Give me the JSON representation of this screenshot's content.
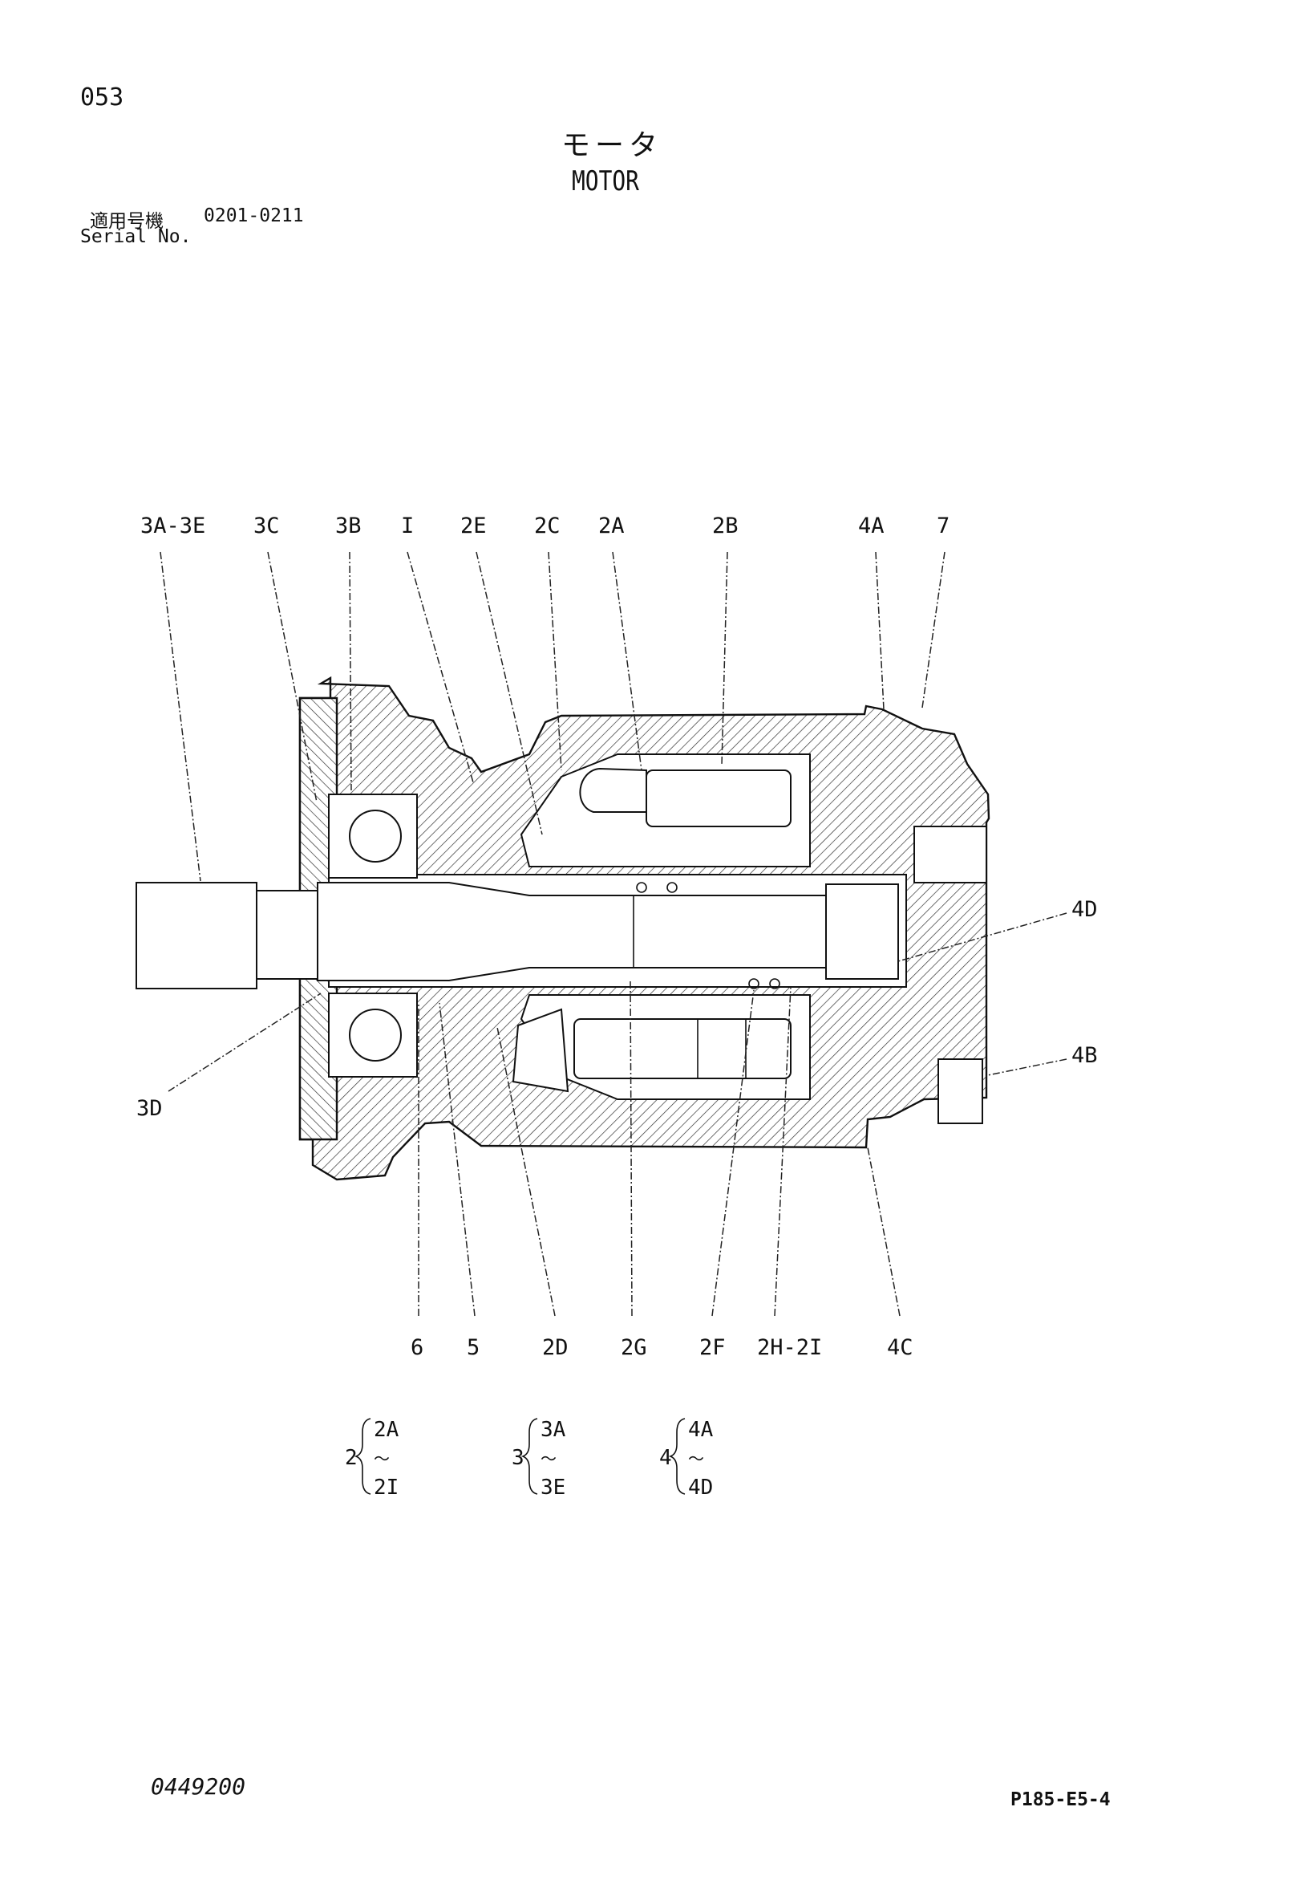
{
  "header": {
    "page_number": "053",
    "title_jp": "モータ",
    "title_en": "MOTOR",
    "serial_label_jp": "適用号機",
    "serial_range": "0201-0211",
    "serial_label_en": "Serial No."
  },
  "callouts": {
    "top": [
      "3A-3E",
      "3C",
      "3B",
      "I",
      "2E",
      "2C",
      "2A",
      "2B",
      "4A",
      "7"
    ],
    "bottom": [
      "6",
      "5",
      "2D",
      "2G",
      "2F",
      "2H-2I",
      "4C"
    ],
    "right": [
      "4D",
      "4B"
    ],
    "left": [
      "3D"
    ]
  },
  "groups": [
    {
      "number": "2",
      "first": "2A",
      "tilde": "〜",
      "last": "2I"
    },
    {
      "number": "3",
      "first": "3A",
      "tilde": "〜",
      "last": "3E"
    },
    {
      "number": "4",
      "first": "4A",
      "tilde": "〜",
      "last": "4D"
    }
  ],
  "footer": {
    "doc_code": "0449200",
    "sheet_code": "P185-E5-4"
  }
}
